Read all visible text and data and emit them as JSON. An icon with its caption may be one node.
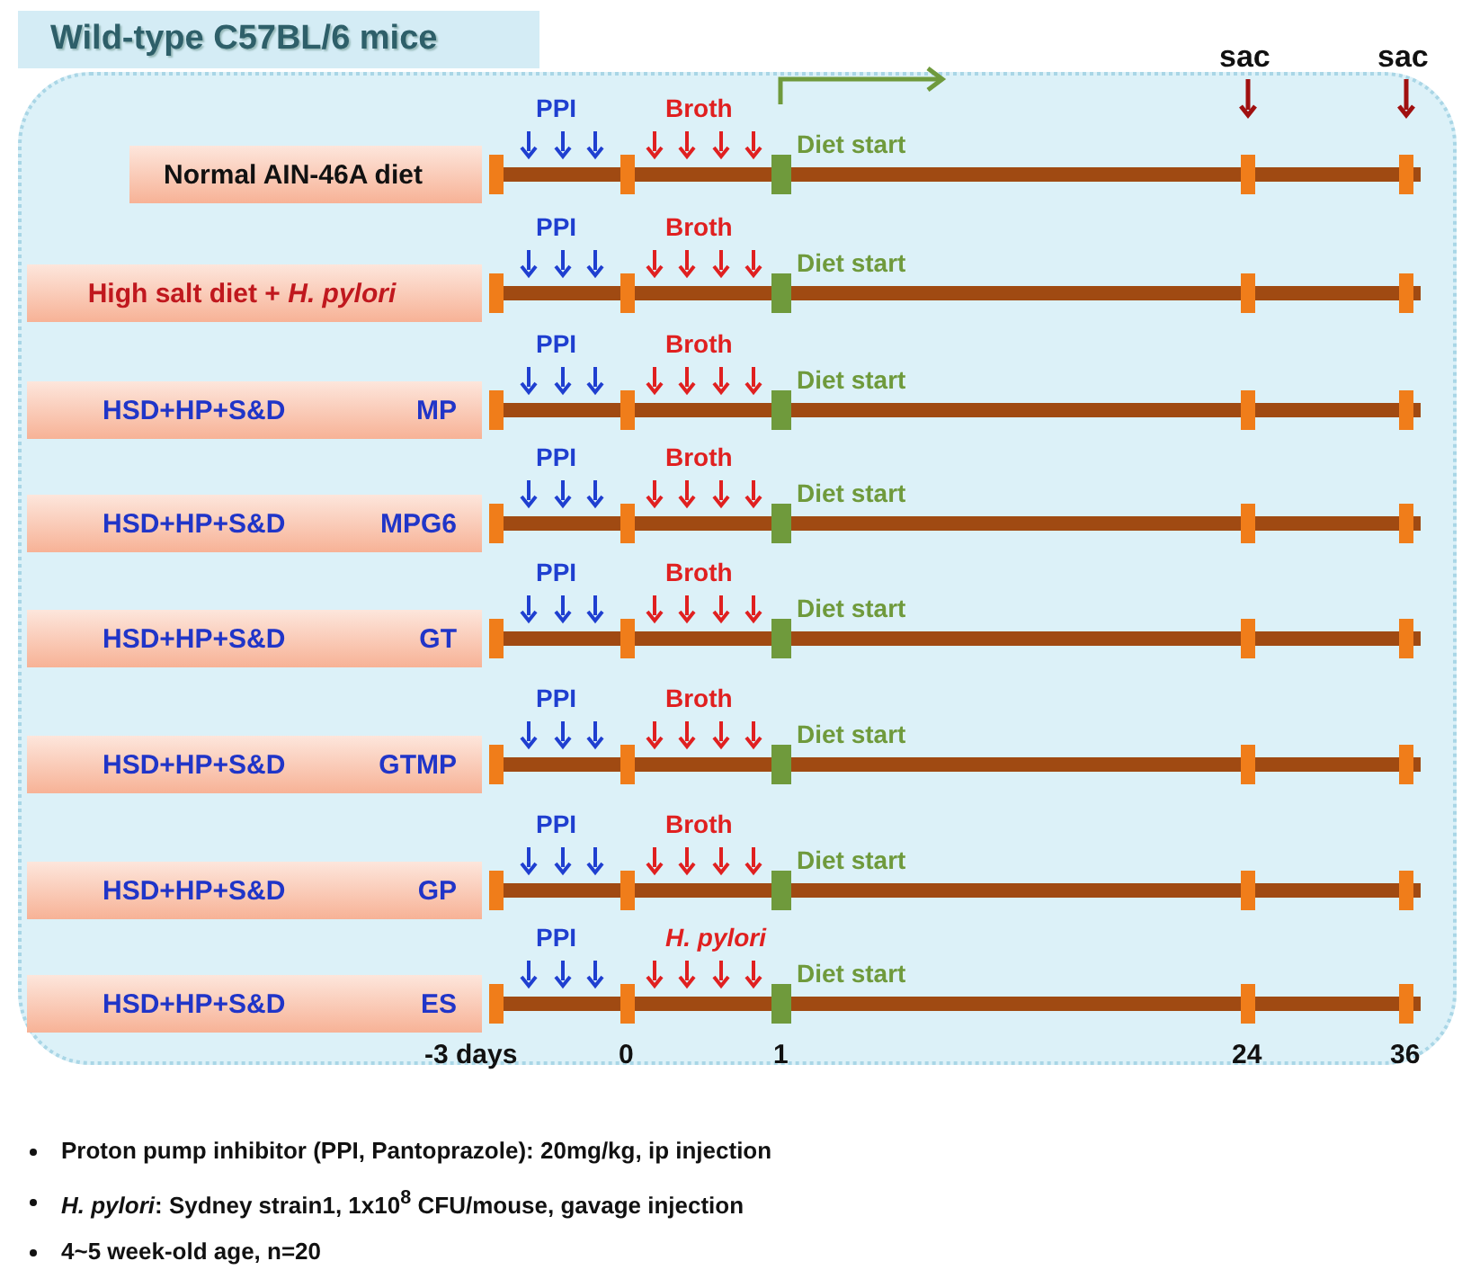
{
  "diagram": {
    "nodes": [
      {
        "text": [
          "Wild-type C57BL/6 mice"
        ]
      },
      {
        "text": [
          "Normal AIN-46A diet"
        ],
        "in": 0
      },
      {
        "text": [
          "High salt diet + *H. pylori*"
        ],
        "in": 0
      },
      {
        "text": [
          "HSD+HP+S&D",
          "MP"
        ],
        "in": 0
      },
      {
        "text": [
          "HSD+HP+S&D",
          "MPG6"
        ],
        "in": 0
      },
      {
        "text": [
          "HSD+HP+S&D",
          "GT"
        ],
        "in": 0
      },
      {
        "text": [
          "HSD+HP+S&D",
          "GTMP"
        ],
        "in": 0
      },
      {
        "text": [
          "HSD+HP+S&D",
          "GP"
        ],
        "in": 0
      },
      {
        "text": [
          "HSD+HP+S&D",
          "ES"
        ],
        "in": 0
      }
    ],
    "edges": [],
    "labels": [
      "sac",
      "sac",
      "PPI",
      "Broth",
      "Diet start",
      "PPI",
      "Broth",
      "Diet start",
      "PPI",
      "Broth",
      "Diet start",
      "PPI",
      "Broth",
      "Diet start",
      "PPI",
      "Broth",
      "Diet start",
      "PPI",
      "Broth",
      "Diet start",
      "PPI",
      "Broth",
      "Diet start",
      "PPI",
      "*H. pylori*",
      "Diet start",
      "-3 days",
      "0",
      "1",
      "24",
      "36",
      "Proton pump inhibitor (PPI, Pantoprazole): 20mg/kg, ip injection",
      "*H. pylori*: Sydney strain1, 1x10$^{8}$ CFU/mouse, gavage injection",
      "4~5 week-old age, n=20"
    ]
  }
}
